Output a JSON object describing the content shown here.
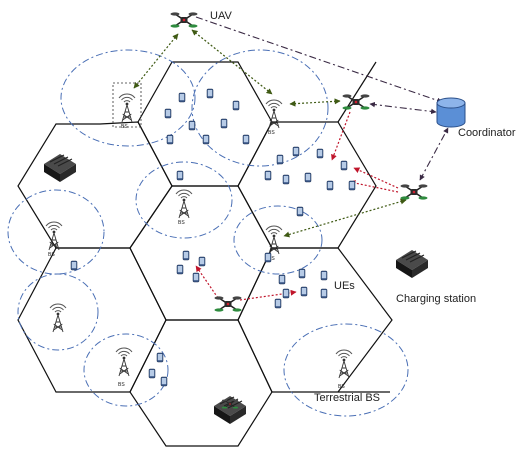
{
  "labels": {
    "uav": "UAV",
    "coordinator": "Coordinator",
    "ues": "UEs",
    "charging_station": "Charging station",
    "terrestrial_bs": "Terrestrial BS",
    "bs": "BS"
  },
  "colors": {
    "hex_edge": "#111111",
    "coverage": "#4a6fb5",
    "db_fill": "#5b8fd6",
    "db_stroke": "#2a4f8a",
    "link_green": "#3f5a14",
    "link_red": "#c0152b",
    "link_dark": "#3a2a44",
    "ue_body": "#3d5a8a"
  },
  "icons": [
    "uav-icon",
    "base-station-icon",
    "ue-device-icon",
    "coordinator-database-icon",
    "charging-station-icon"
  ]
}
